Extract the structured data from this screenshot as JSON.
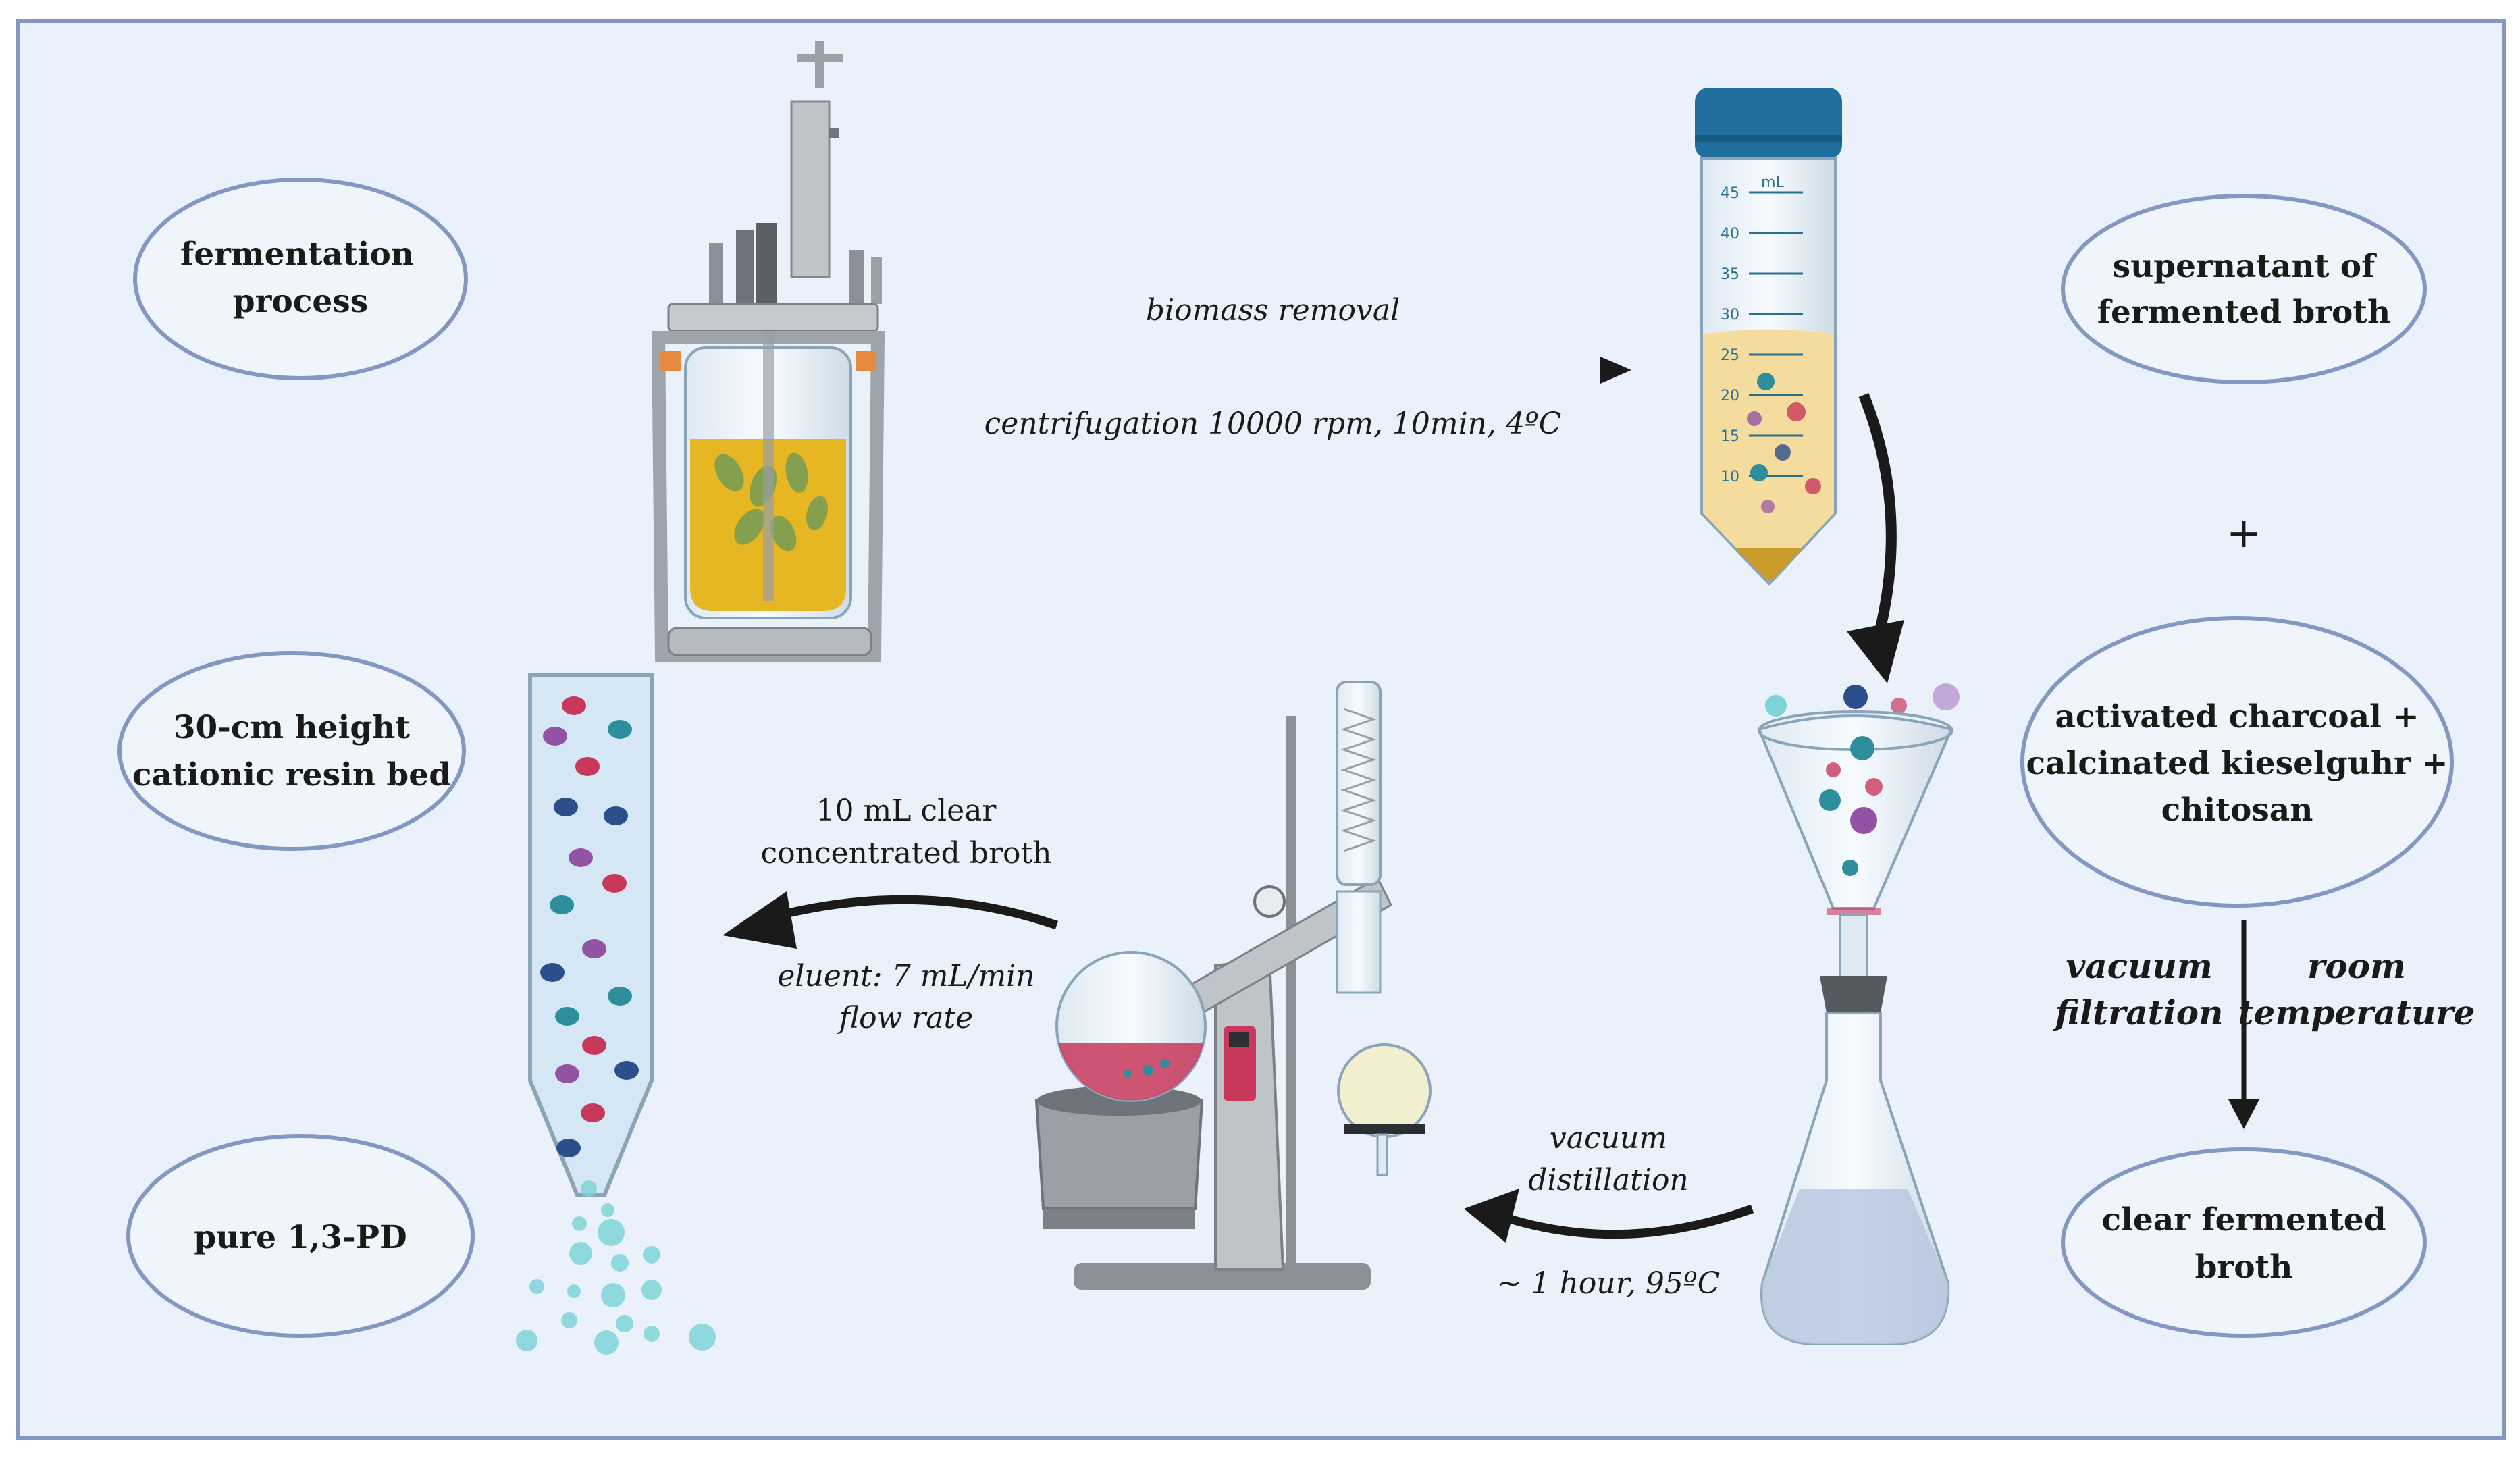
{
  "colors": {
    "panel": "#eaf1fb",
    "border": "#8497c2",
    "oval": "#f0f4fb",
    "arrow": "#1a1a1a",
    "broth": "#f3dc9e",
    "liquid_yellow": "#e6b722",
    "cap_blue": "#1f6e9e",
    "resin_red": "#c8385b",
    "resin_purple": "#9353a3",
    "resin_teal": "#2c8f9b",
    "resin_blue": "#2c4f8c",
    "droplet": "#7fd3d8"
  },
  "labels": {
    "fermentation": [
      "fermentation",
      "process"
    ],
    "supernatant": [
      "supernatant of",
      "fermented broth"
    ],
    "plus": "+",
    "additives": [
      "activated charcoal +",
      "calcinated kieselguhr +",
      "chitosan"
    ],
    "clear_broth": [
      "clear fermented",
      "broth"
    ],
    "resin_bed": [
      "30-cm height",
      "cationic resin bed"
    ],
    "pure": "pure 1,3-PD"
  },
  "captions": {
    "biomass_removal": "biomass removal",
    "centrifugation": "centrifugation 10000 rpm, 10min, 4ºC",
    "vacuum_filtration": [
      "vacuum",
      "filtration"
    ],
    "room_temperature": [
      "room",
      "temperature"
    ],
    "vacuum_distillation": [
      "vacuum",
      "distillation"
    ],
    "distillation_conditions": "~ 1 hour, 95ºC",
    "concentrated_broth": [
      "10 mL clear",
      "concentrated broth"
    ],
    "eluent": [
      "eluent: 7 mL/min",
      "flow rate"
    ]
  },
  "tube": {
    "unit": "mL",
    "ticks": [
      "45",
      "40",
      "35",
      "30",
      "25",
      "20",
      "15",
      "10"
    ]
  },
  "icons": {
    "bioreactor": "bioreactor-icon",
    "centrifuge_tube": "centrifuge-tube-icon",
    "funnel_flask": "filtration-funnel-flask-icon",
    "rotary_evaporator": "rotary-evaporator-icon",
    "resin_column": "resin-column-icon"
  }
}
